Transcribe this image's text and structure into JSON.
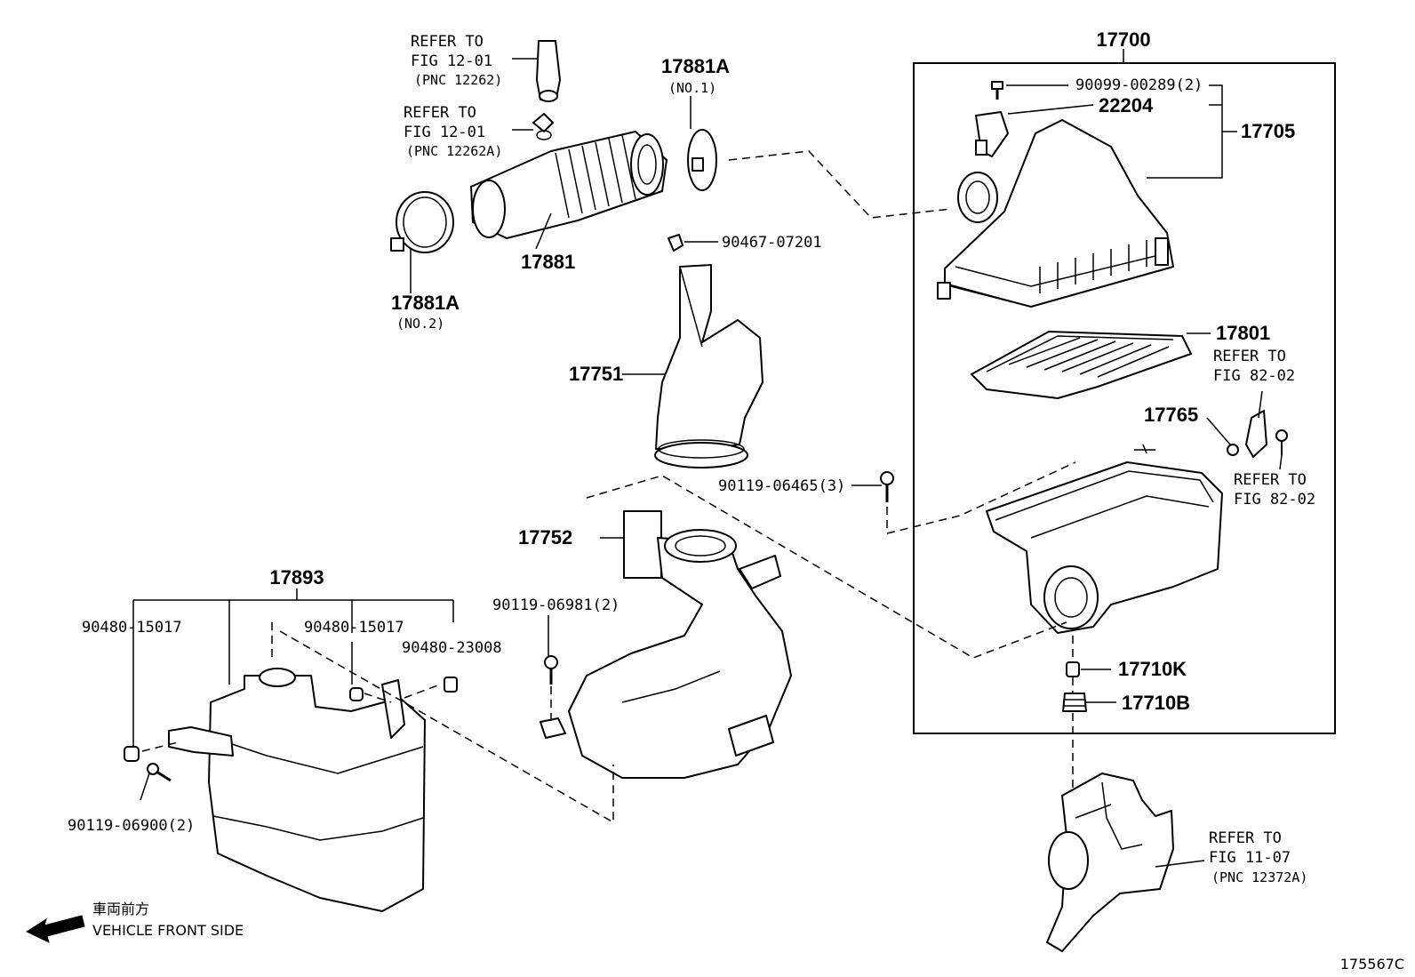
{
  "diagram": {
    "figure_id": "175567C",
    "orientation": {
      "japanese": "車両前方",
      "english": "VEHICLE FRONT SIDE"
    },
    "parts": {
      "p17700": "17700",
      "p17705": "17705",
      "p22204": "22204",
      "p90099": "90099-00289(2)",
      "p17801": "17801",
      "p17765": "17765",
      "p17710k": "17710K",
      "p17710b": "17710B",
      "p17881": "17881",
      "p17881a_1": "17881A",
      "p17881a_1_sub": "(NO.1)",
      "p17881a_2": "17881A",
      "p17881a_2_sub": "(NO.2)",
      "p90467": "90467-07201",
      "p17751": "17751",
      "p17752": "17752",
      "p90119_06465": "90119-06465(3)",
      "p90119_06981": "90119-06981(2)",
      "p17893": "17893",
      "p90480_a": "90480-15017",
      "p90480_b": "90480-15017",
      "p90480_c": "90480-23008",
      "p90119_06900": "90119-06900(2)"
    },
    "references": {
      "ref1": {
        "l1": "REFER TO",
        "l2": "FIG 12-01",
        "l3": "(PNC 12262)"
      },
      "ref2": {
        "l1": "REFER TO",
        "l2": "FIG 12-01",
        "l3": "(PNC 12262A)"
      },
      "ref3": {
        "l1": "REFER TO",
        "l2": "FIG 82-02"
      },
      "ref4": {
        "l1": "REFER TO",
        "l2": "FIG 82-02"
      },
      "ref5": {
        "l1": "REFER TO",
        "l2": "FIG 11-07",
        "l3": "(PNC 12372A)"
      }
    }
  }
}
